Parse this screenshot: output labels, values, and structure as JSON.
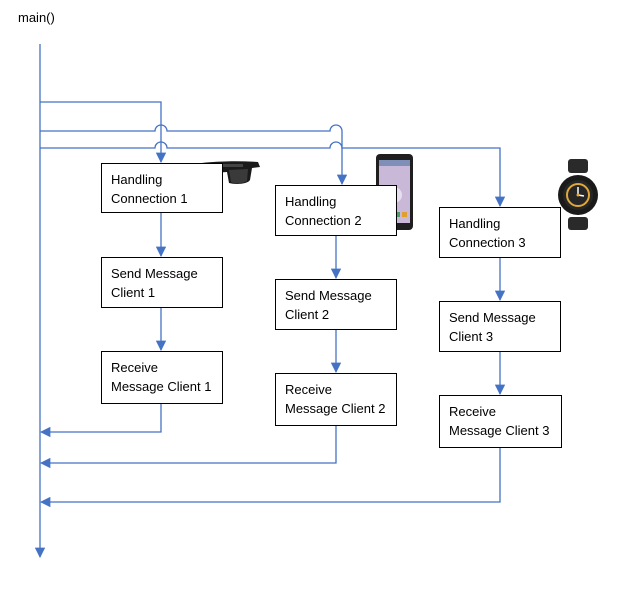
{
  "main_label": "main()",
  "colors": {
    "line": "#4472C4",
    "box_border": "#000000"
  },
  "columns": [
    {
      "device_icon": "vr-glasses-icon",
      "boxes": [
        {
          "line1": "Handling",
          "line2": "Connection 1"
        },
        {
          "line1": "Send Message",
          "line2": "Client 1"
        },
        {
          "line1": "Receive",
          "line2": "Message Client 1"
        }
      ]
    },
    {
      "device_icon": "smartphone-icon",
      "boxes": [
        {
          "line1": "Handling",
          "line2": "Connection 2"
        },
        {
          "line1": "Send Message",
          "line2": "Client 2"
        },
        {
          "line1": "Receive",
          "line2": "Message Client 2"
        }
      ]
    },
    {
      "device_icon": "smartwatch-icon",
      "boxes": [
        {
          "line1": "Handling",
          "line2": "Connection 3"
        },
        {
          "line1": "Send Message",
          "line2": "Client 3"
        },
        {
          "line1": "Receive",
          "line2": "Message Client 3"
        }
      ]
    }
  ]
}
